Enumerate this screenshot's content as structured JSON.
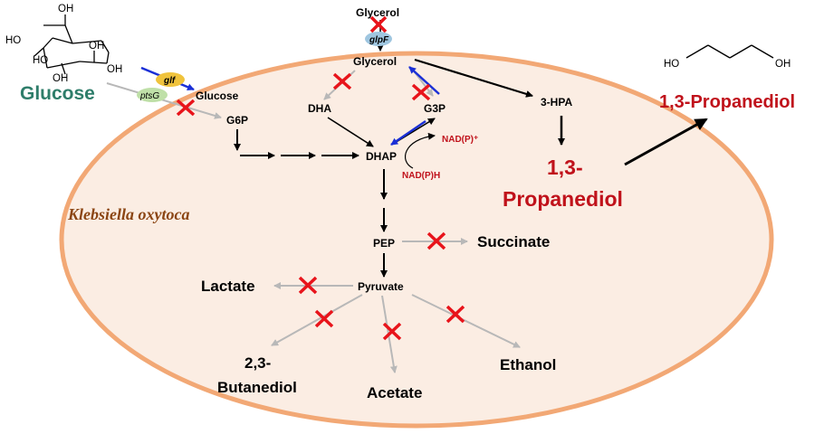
{
  "organism": "Klebsiella oxytoca",
  "glucose_outside": "Glucose",
  "glycerol_outside": "Glycerol",
  "propanediol_outside": "1,3-Propanediol",
  "propanediol_inside_line1": "1,3-",
  "propanediol_inside_line2": "Propanediol",
  "genes": {
    "glf": "glf",
    "ptsg": "ptsG",
    "glpf": "glpF"
  },
  "metabolites": {
    "glucose": "Glucose",
    "g6p": "G6P",
    "glycerol": "Glycerol",
    "dha": "DHA",
    "g3p": "G3P",
    "dhap": "DHAP",
    "hpa": "3-HPA",
    "pep": "PEP",
    "pyruvate": "Pyruvate"
  },
  "cofactors": {
    "nadp": "NAD(P)⁺",
    "nadph": "NAD(P)H"
  },
  "byproducts": {
    "succinate": "Succinate",
    "lactate": "Lactate",
    "butanediol_line1": "2,3-",
    "butanediol_line2": "Butanediol",
    "acetate": "Acetate",
    "ethanol": "Ethanol"
  },
  "structure_groups": {
    "oh": "OH",
    "ho": "HO"
  },
  "colors": {
    "cell_fill": "#FBEDE3",
    "cell_border": "#F2A875",
    "glucose_text": "#2E7D6A",
    "propanediol_text": "#C0121B",
    "organism_text": "#8B4513",
    "knockout": "#E8141B",
    "engineered_arrow": "#1A2FD6",
    "blocked_arrow": "#B8B8B8",
    "glf_fill": "#F0C33C",
    "ptsg_fill": "#BFE0A8",
    "glpf_fill": "#9FC6E0"
  }
}
